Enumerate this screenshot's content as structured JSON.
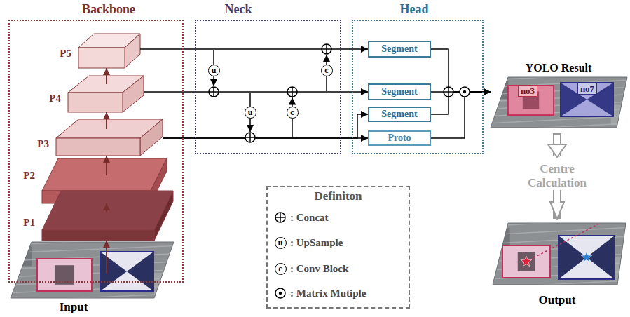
{
  "diagram": {
    "nodes": [
      {
        "text": [
          "Backbone"
        ]
      },
      {
        "text": [
          "P5"
        ],
        "in": 0
      },
      {
        "text": [
          "P4"
        ],
        "in": 0
      },
      {
        "text": [
          "P3"
        ],
        "in": 0
      },
      {
        "text": [
          "P2"
        ],
        "in": 0
      },
      {
        "text": [
          "P1"
        ],
        "in": 0
      },
      {
        "text": [
          "Input"
        ]
      },
      {
        "text": [
          "Neck"
        ]
      },
      {
        "text": [
          "Head"
        ]
      },
      {
        "text": [
          "Segment"
        ],
        "in": 8
      },
      {
        "text": [
          "Segment"
        ],
        "in": 8
      },
      {
        "text": [
          "Segment"
        ],
        "in": 8
      },
      {
        "text": [
          "Proto"
        ],
        "in": 8
      },
      {
        "text": [
          "YOLO Result"
        ]
      },
      {
        "text": [
          "Definiton"
        ]
      },
      {
        "text": [
          "Output"
        ]
      }
    ],
    "edges": [
      {
        "from": 6,
        "to": 5,
        "arrow": "to"
      },
      {
        "from": 5,
        "to": 4,
        "arrow": "to"
      },
      {
        "from": 4,
        "to": 3,
        "arrow": "to"
      },
      {
        "from": 3,
        "to": 2,
        "arrow": "to"
      },
      {
        "from": 2,
        "to": 1,
        "arrow": "to"
      },
      {
        "from": 1,
        "to": 9,
        "arrow": "to"
      },
      {
        "from": 2,
        "to": 10,
        "arrow": "to"
      },
      {
        "from": 3,
        "to": 11,
        "arrow": "to"
      },
      {
        "from": 3,
        "to": 12,
        "arrow": "to"
      },
      {
        "from": 9,
        "to": 13,
        "arrow": "to"
      },
      {
        "from": 10,
        "to": 13,
        "arrow": "to"
      },
      {
        "from": 11,
        "to": 13,
        "arrow": "to"
      },
      {
        "from": 12,
        "to": 13,
        "arrow": "to"
      },
      {
        "from": 13,
        "to": 15,
        "label": "Centre Calculation",
        "arrow": "to"
      }
    ],
    "labels": [
      "u",
      "c",
      "u",
      "c",
      "no3",
      "no7",
      "u",
      "c"
    ],
    "legend": [
      {
        "text": ": Concat"
      },
      {
        "text": ": UpSample"
      },
      {
        "text": ": Conv Block"
      },
      {
        "text": ": Matrix Mutiple"
      }
    ]
  }
}
